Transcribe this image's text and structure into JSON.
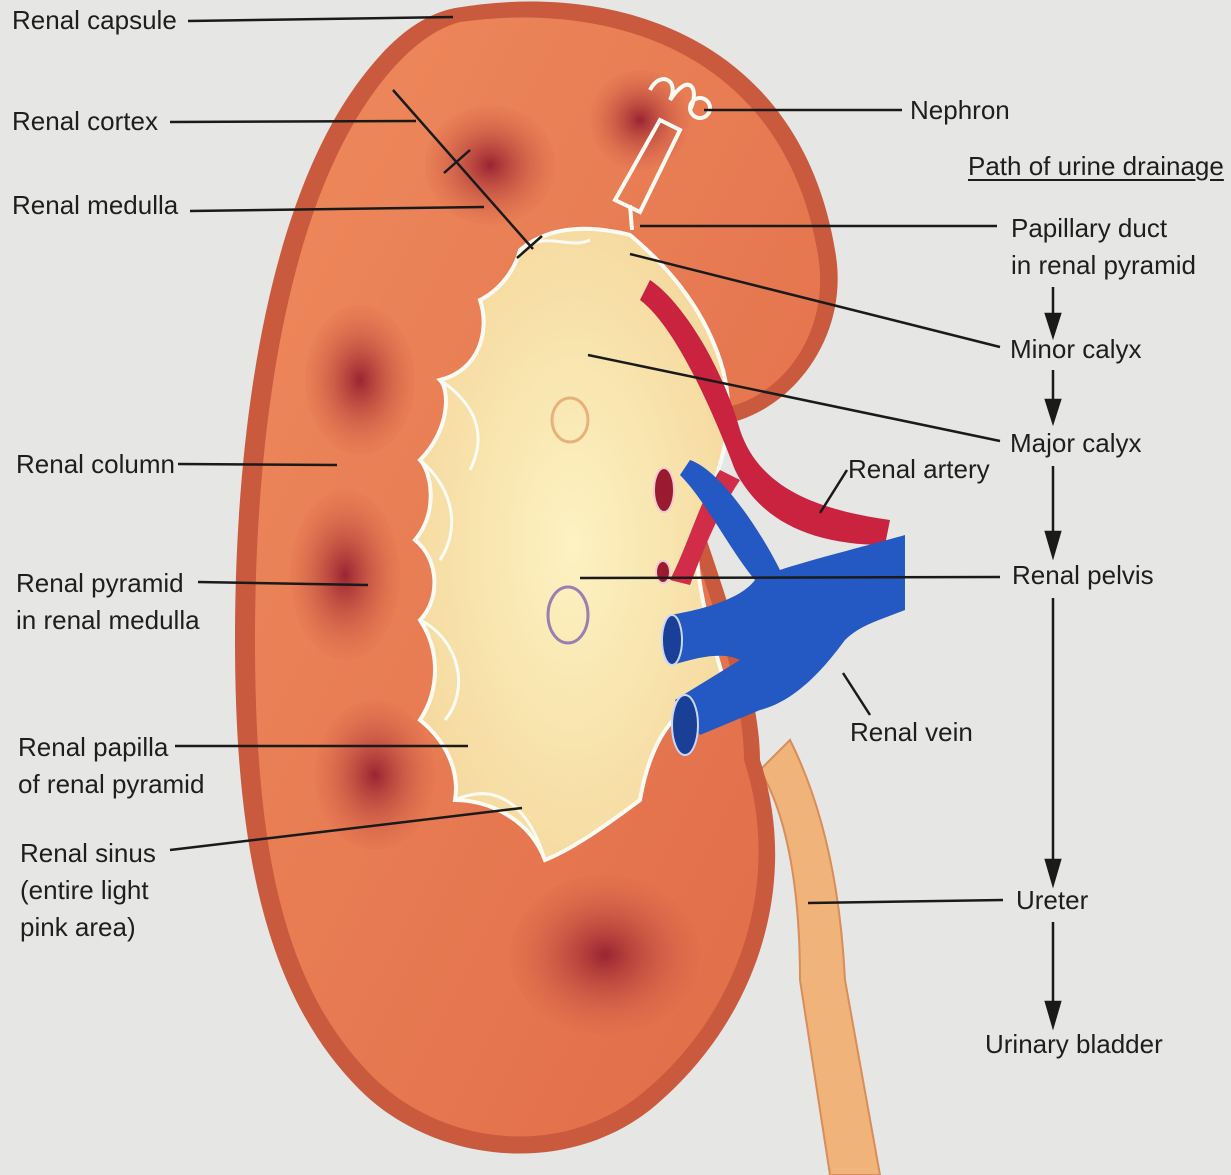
{
  "left_labels": {
    "renal_capsule": "Renal capsule",
    "renal_cortex": "Renal cortex",
    "renal_medulla": "Renal medulla",
    "renal_column": "Renal column",
    "renal_pyramid_l1": "Renal pyramid",
    "renal_pyramid_l2": "in renal medulla",
    "renal_papilla_l1": "Renal papilla",
    "renal_papilla_l2": "of renal pyramid",
    "renal_sinus_l1": "Renal sinus",
    "renal_sinus_l2": "(entire light",
    "renal_sinus_l3": "pink area)"
  },
  "right_labels": {
    "nephron": "Nephron",
    "renal_artery": "Renal artery",
    "renal_vein": "Renal vein"
  },
  "drainage_path": {
    "heading": "Path of urine drainage",
    "papillary_duct_l1": "Papillary duct",
    "papillary_duct_l2": "in renal pyramid",
    "minor_calyx": "Minor calyx",
    "major_calyx": "Major calyx",
    "renal_pelvis": "Renal pelvis",
    "ureter": "Ureter",
    "urinary_bladder": "Urinary bladder"
  },
  "colors": {
    "cortex": "#e8784f",
    "capsule": "#c95a3e",
    "pyramid": "#a8323a",
    "sinus": "#f6e3a6",
    "artery": "#c9233f",
    "vein": "#2458c2",
    "leader": "#1a1a1a"
  }
}
